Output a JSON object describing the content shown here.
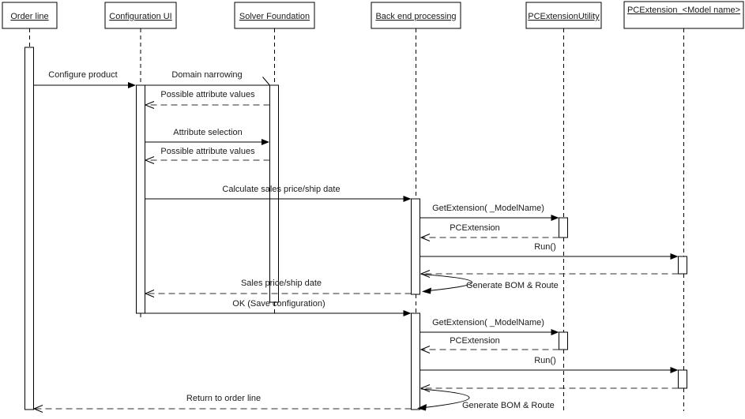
{
  "participants": [
    {
      "id": "order-line",
      "label": "Order line"
    },
    {
      "id": "configuration-ui",
      "label": "Configuration UI"
    },
    {
      "id": "solver-foundation",
      "label": "Solver Foundation"
    },
    {
      "id": "back-end-processing",
      "label": "Back end processing"
    },
    {
      "id": "pcextension-utility",
      "label": "PCExtensionUtility"
    },
    {
      "id": "pcextension-model",
      "label": "PCExtension_<Model name>"
    }
  ],
  "messages": [
    {
      "label": "Configure product",
      "from": "Order line",
      "to": "Configuration UI",
      "line": "solid"
    },
    {
      "label": "Domain narrowing",
      "from": "Configuration UI",
      "to": "Solver Foundation",
      "line": "solid"
    },
    {
      "label": "Possible attribute values",
      "from": "Solver Foundation",
      "to": "Configuration UI",
      "line": "dashed-return"
    },
    {
      "label": "Attribute selection",
      "from": "Configuration UI",
      "to": "Solver Foundation",
      "line": "solid"
    },
    {
      "label": "Possible attribute values",
      "from": "Solver Foundation",
      "to": "Configuration UI",
      "line": "dashed-return"
    },
    {
      "label": "Calculate sales price/ship date",
      "from": "Configuration UI",
      "to": "Back end processing",
      "line": "solid"
    },
    {
      "label": "GetExtension( _ModelName)",
      "from": "Back end processing",
      "to": "PCExtensionUtility",
      "line": "solid"
    },
    {
      "label": "PCExtension",
      "from": "PCExtensionUtility",
      "to": "Back end processing",
      "line": "dashed-return"
    },
    {
      "label": "Run()",
      "from": "Back end processing",
      "to": "PCExtension_<Model name>",
      "line": "solid"
    },
    {
      "label": "",
      "from": "PCExtension_<Model name>",
      "to": "Back end processing",
      "line": "dashed-return"
    },
    {
      "label": "Generate BOM & Route",
      "from": "Back end processing",
      "to": "Back end processing",
      "line": "self"
    },
    {
      "label": "Sales price/ship date",
      "from": "Back end processing",
      "to": "Configuration UI",
      "line": "dashed-return"
    },
    {
      "label": "OK (Save configuration)",
      "from": "Configuration UI",
      "to": "Back end processing",
      "line": "solid"
    },
    {
      "label": "GetExtension( _ModelName)",
      "from": "Back end processing",
      "to": "PCExtensionUtility",
      "line": "solid"
    },
    {
      "label": "PCExtension",
      "from": "PCExtensionUtility",
      "to": "Back end processing",
      "line": "dashed-return"
    },
    {
      "label": "Run()",
      "from": "Back end processing",
      "to": "PCExtension_<Model name>",
      "line": "solid"
    },
    {
      "label": "",
      "from": "PCExtension_<Model name>",
      "to": "Back end processing",
      "line": "dashed-return"
    },
    {
      "label": "Generate BOM & Route",
      "from": "Back end processing",
      "to": "Back end processing",
      "line": "self"
    },
    {
      "label": "Return to order line",
      "from": "Back end processing",
      "to": "Order line",
      "line": "dashed-return"
    }
  ],
  "colors": {
    "background": "#ffffff",
    "line": "#000000",
    "text": "#1a1a1a"
  }
}
